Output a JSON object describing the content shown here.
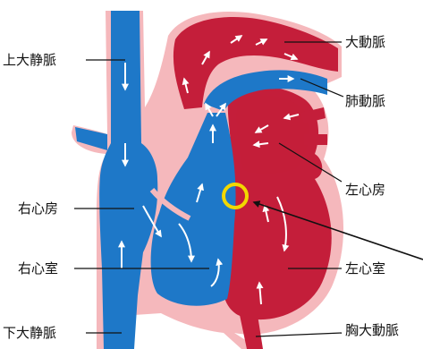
{
  "labels": {
    "superior_vena_cava": "上大静脈",
    "right_atrium": "右心房",
    "right_ventricle": "右心室",
    "inferior_vena_cava": "下大静脈",
    "aorta": "大動脈",
    "pulmonary_artery": "肺動脈",
    "left_atrium": "左心房",
    "left_ventricle": "左心室",
    "thoracic_aorta": "胸大動脈"
  },
  "colors": {
    "venous": "#1e78c8",
    "arterial": "#c41e3a",
    "tissue": "#f5b8bc",
    "highlight": "#f2d800",
    "leader": "#111111"
  }
}
